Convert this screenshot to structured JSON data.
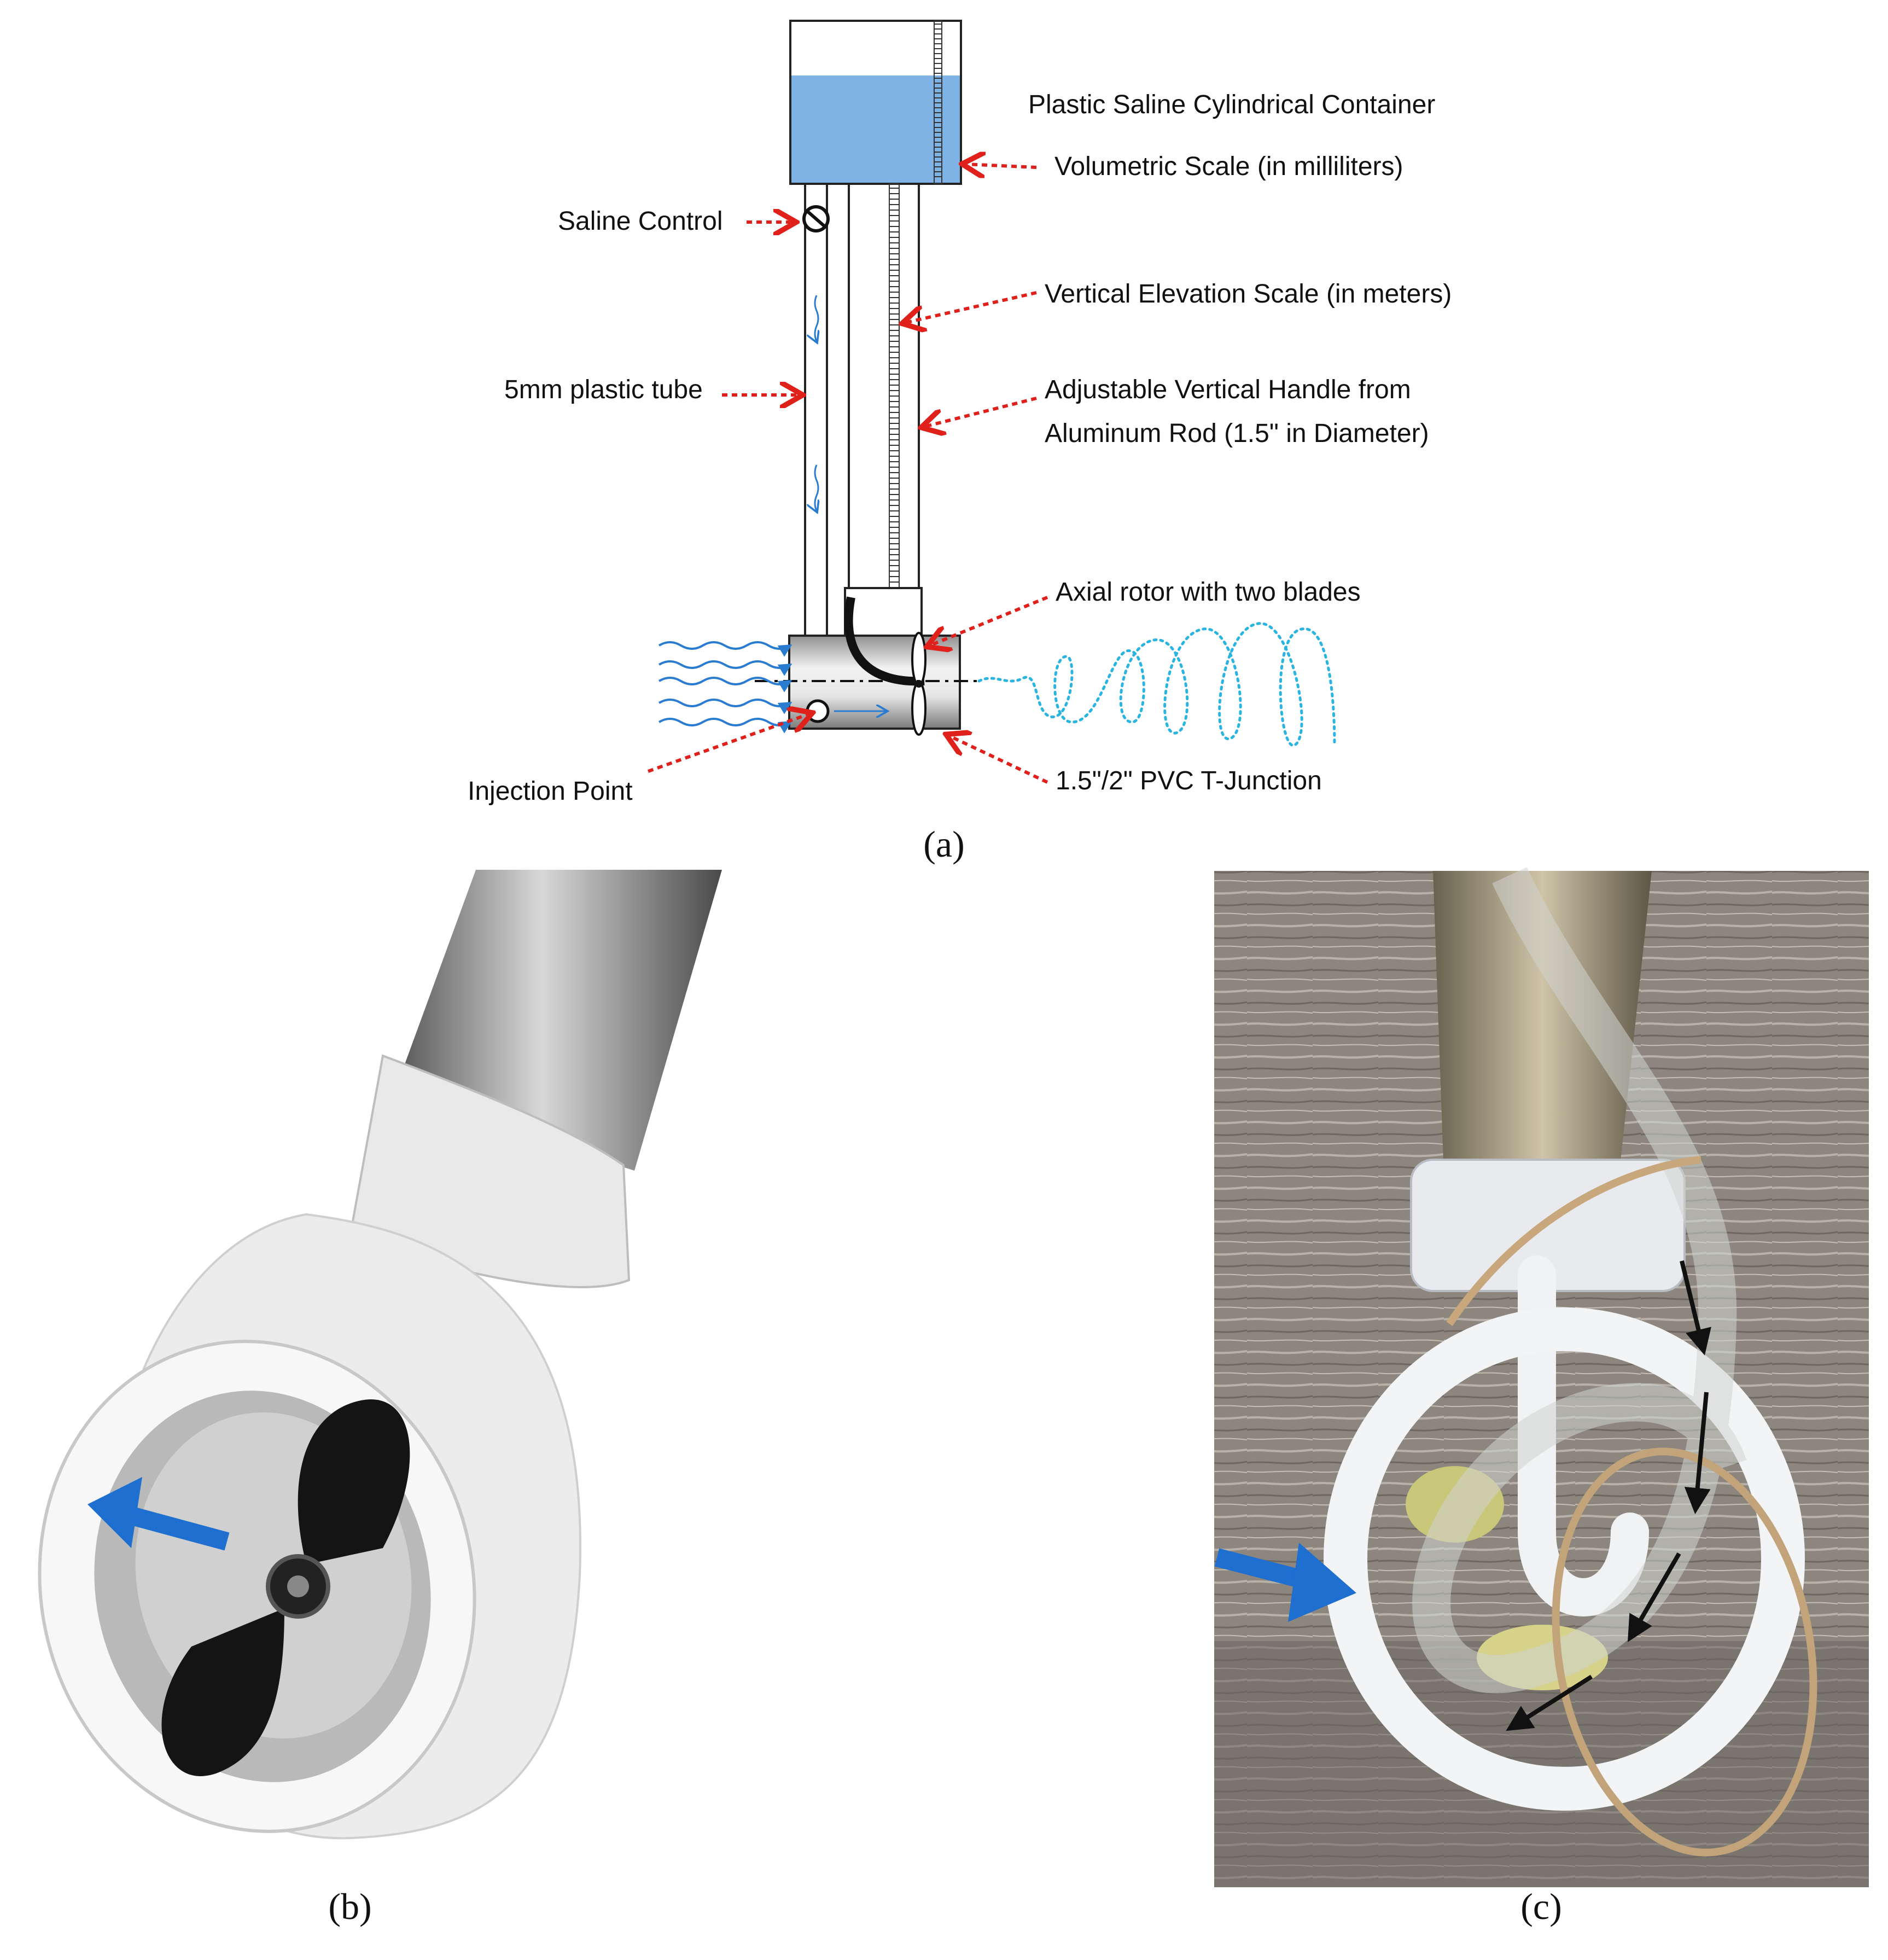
{
  "panel_a": {
    "labels": {
      "container": "Plastic Saline Cylindrical Container",
      "volumetric_scale": "Volumetric Scale (in milliliters)",
      "saline_control": "Saline Control",
      "elevation_scale": "Vertical Elevation Scale (in meters)",
      "tube": "5mm plastic tube",
      "handle_line1": "Adjustable Vertical Handle from",
      "handle_line2": "Aluminum Rod (1.5\" in Diameter)",
      "rotor": "Axial rotor with two blades",
      "injection_point": "Injection Point",
      "t_junction": "1.5\"/2\" PVC T-Junction"
    },
    "caption": "(a)"
  },
  "panel_b": {
    "caption": "(b)"
  },
  "panel_c": {
    "caption": "(c)"
  },
  "colors": {
    "saline": "#7fb2e5",
    "pointer": "#e0201a",
    "flow": "#2a7cd0",
    "wake": "#2ab4e0",
    "photo_background_c": "#8a847c"
  }
}
